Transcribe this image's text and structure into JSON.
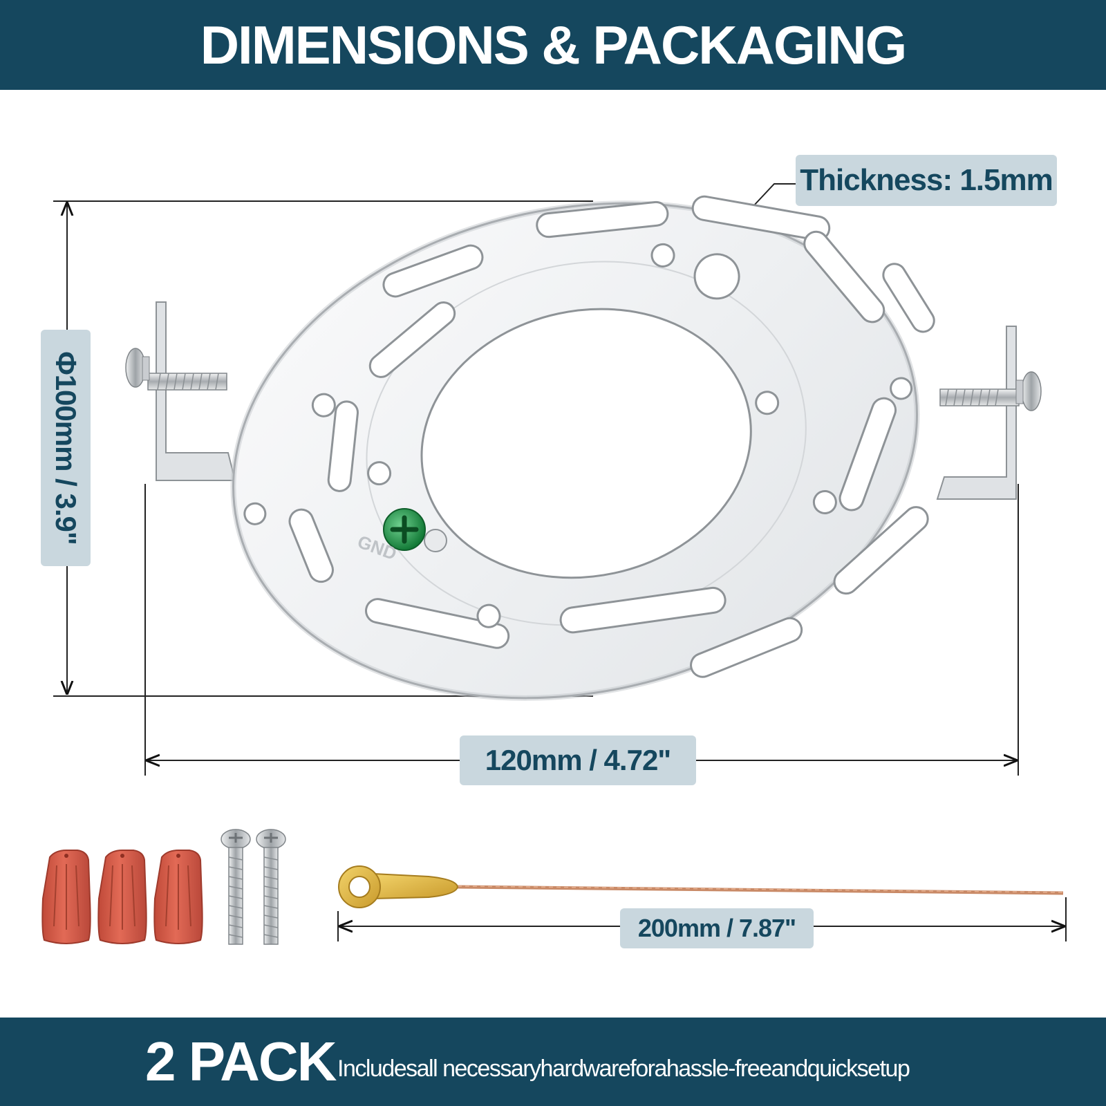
{
  "header": {
    "title": "DIMENSIONS & PACKAGING"
  },
  "dimensions": {
    "thickness": "Thickness: 1.5mm",
    "diameter": "Φ100mm / 3.9\"",
    "width": "120mm / 4.72\"",
    "wire_length": "200mm / 7.87\""
  },
  "plate": {
    "ground_mark": "GND"
  },
  "footer": {
    "pack": "2 PACK",
    "tagline": "Includesall necessaryhardwareforahassle-freeandquicksetup"
  },
  "colors": {
    "banner": "#15475e",
    "label_bg": "#c9d7de",
    "label_text": "#15475e",
    "wire_nut": "#d65b48",
    "ground_screw": "#1d8a45",
    "wire": "#c98a67",
    "terminal": "#e0b73c"
  }
}
